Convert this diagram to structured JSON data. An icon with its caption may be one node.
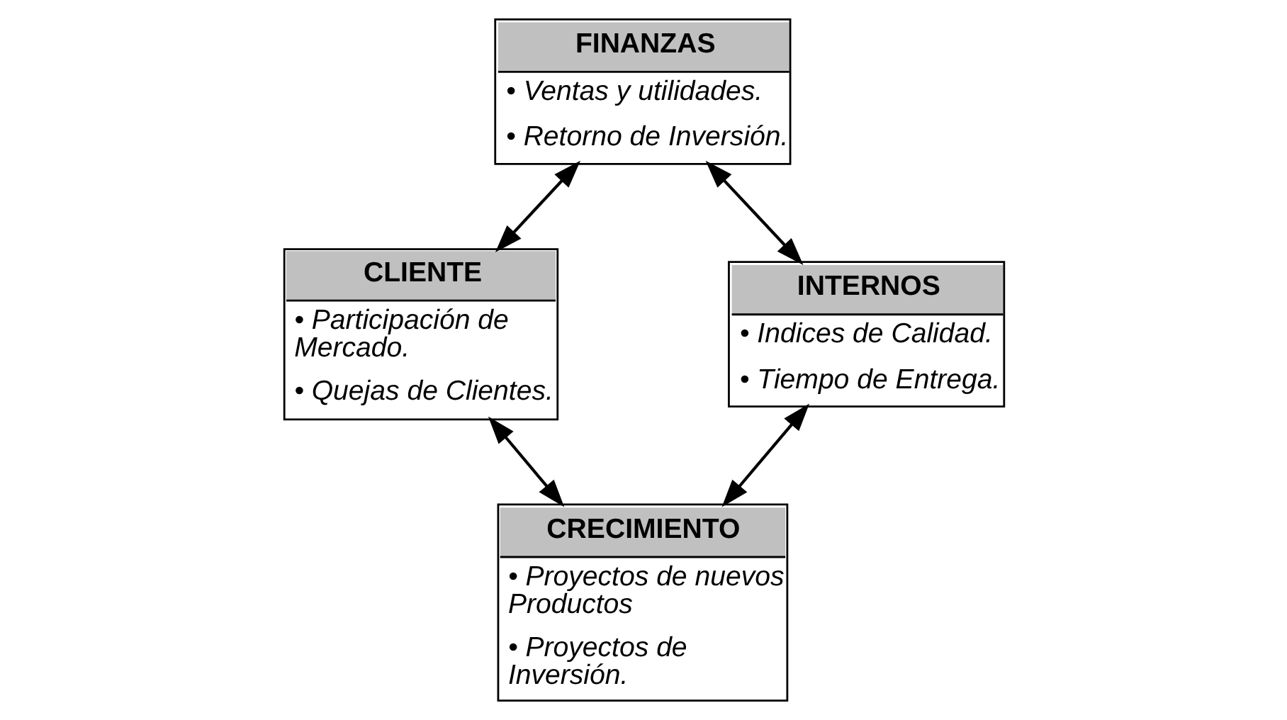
{
  "diagram": {
    "nodes": [
      {
        "text": [
          "FINANZAS",
          "• Ventas y utilidades.",
          "• Retorno de Inversión."
        ]
      },
      {
        "text": [
          "CLIENTE",
          "• Participación de Mercado.",
          "• Quejas de Clientes."
        ]
      },
      {
        "text": [
          "INTERNOS",
          "• Indices de Calidad.",
          "• Tiempo de Entrega."
        ]
      },
      {
        "text": [
          "CRECIMIENTO",
          "• Proyectos de nuevos Productos",
          "• Proyectos de Inversión."
        ]
      }
    ],
    "edges": [
      {
        "from": 0,
        "to": 1,
        "arrow": "both"
      },
      {
        "from": 0,
        "to": 2,
        "arrow": "both"
      },
      {
        "from": 1,
        "to": 3,
        "arrow": "both"
      },
      {
        "from": 2,
        "to": 3,
        "arrow": "both"
      }
    ]
  }
}
